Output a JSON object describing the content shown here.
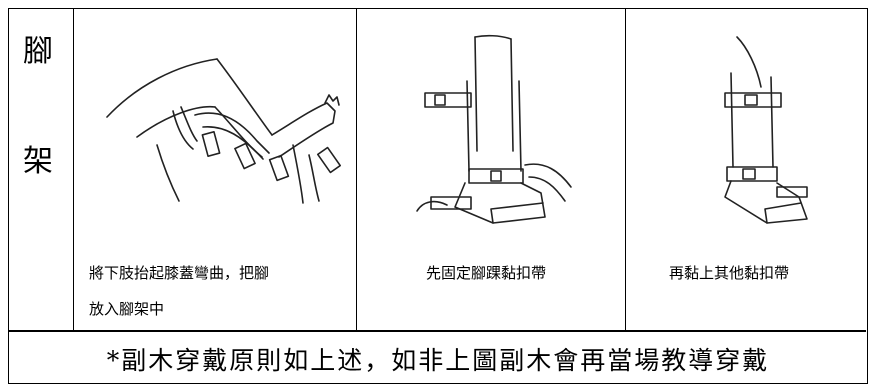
{
  "row_label": {
    "line1": "腳",
    "line2": "架"
  },
  "steps": [
    {
      "caption_line1": "將下肢抬起膝蓋彎曲，把腳",
      "caption_line2": "放入腳架中",
      "illustration": "leg-bent-knee-in-brace"
    },
    {
      "caption_line1": "先固定腳踝黏扣帶",
      "caption_line2": "",
      "illustration": "fasten-ankle-strap"
    },
    {
      "caption_line1": "再黏上其他黏扣帶",
      "caption_line2": "",
      "illustration": "brace-fully-strapped"
    }
  ],
  "footer_note": "*副木穿戴原則如上述，如非上圖副木會再當場教導穿戴"
}
